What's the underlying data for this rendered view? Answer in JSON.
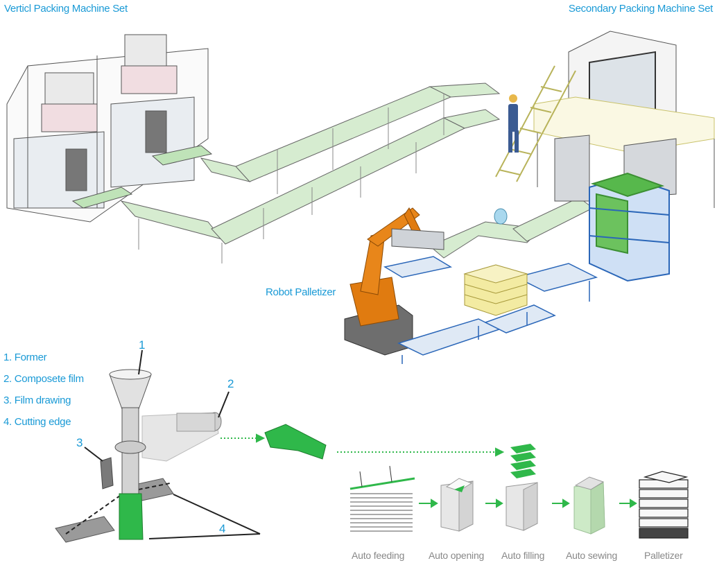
{
  "labels": {
    "vertical_set": "Verticl Packing Machine Set",
    "secondary_set": "Secondary Packing Machine Set",
    "robot": "Robot Palletizer"
  },
  "legend": [
    "1. Former",
    "2. Composete film",
    "3. Film drawing",
    "4. Cutting edge"
  ],
  "callouts": [
    "1",
    "2",
    "3",
    "4"
  ],
  "steps": [
    "Auto feeding",
    "Auto opening",
    "Auto filling",
    "Auto sewing",
    "Palletizer"
  ],
  "colors": {
    "label": "#1a9ad6",
    "green": "#2fb84a",
    "conveyor": "#d6ecd0",
    "robot": "#e07b10",
    "frame": "#3a7fc8"
  }
}
